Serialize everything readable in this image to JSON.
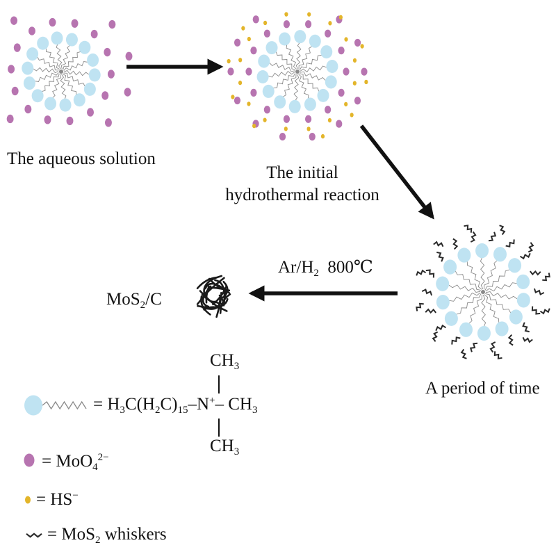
{
  "stages": {
    "aqueous": "The aqueous solution",
    "initial_line1": "The initial",
    "initial_line2": "hydrothermal reaction",
    "period": "A period of time"
  },
  "condition": {
    "gas": "Ar/H",
    "gas_sub": "2",
    "temp": "800℃"
  },
  "product": {
    "mo": "MoS",
    "sub": "2",
    "rest": "/C"
  },
  "legend": {
    "surfactant": {
      "eq": "= H",
      "sub1": "3",
      "c1": "C(H",
      "sub2": "2",
      "c2": "C)",
      "sub3": "15",
      "dash": "–N",
      "charge": "+",
      "tail": "– CH",
      "sub4": "3",
      "top": "CH",
      "top_sub": "3",
      "bottom": "CH",
      "bottom_sub": "3"
    },
    "molybdate": {
      "eq": "= MoO",
      "sub": "4",
      "sup": "2−"
    },
    "hs": {
      "eq": "= HS",
      "sup": "−"
    },
    "whiskers": {
      "eq": "= MoS",
      "sub": "2",
      "rest": " whiskers"
    }
  },
  "colors": {
    "head": "#bfe3f2",
    "molybdate": "#b774b0",
    "hs": "#e3b52a",
    "chain": "#8a8a8a",
    "whisker": "#2a2a2a",
    "arrow": "#111111"
  }
}
